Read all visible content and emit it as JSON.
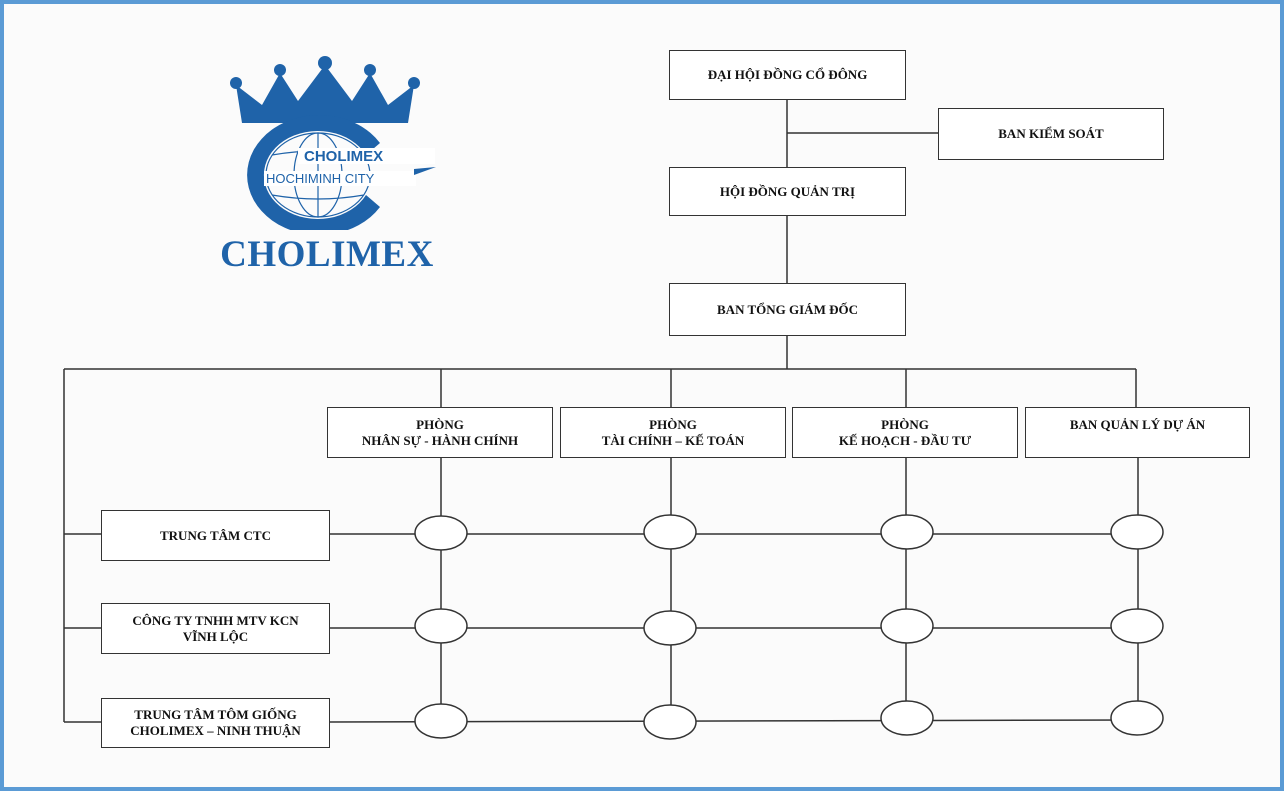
{
  "logo": {
    "name": "CHOLIMEX",
    "arc_top": "CHOLIMEX",
    "arc_bottom": "HOCHIMINH CITY",
    "color": "#1f63a9"
  },
  "boxes": {
    "general_meeting": "ĐẠI HỘI ĐỒNG CỔ ĐÔNG",
    "supervisory_board": "BAN KIỂM SOÁT",
    "board_of_directors": "HỘI ĐỒNG QUẢN TRỊ",
    "ceo_board": "BAN TỔNG GIÁM ĐỐC"
  },
  "departments": [
    {
      "line1": "PHÒNG",
      "line2": "NHÂN SỰ - HÀNH CHÍNH"
    },
    {
      "line1": "PHÒNG",
      "line2": "TÀI CHÍNH – KẾ TOÁN"
    },
    {
      "line1": "PHÒNG",
      "line2": "KẾ HOẠCH - ĐẦU TƯ"
    },
    {
      "line1": "BAN QUẢN LÝ DỰ ÁN",
      "line2": ""
    }
  ],
  "units": [
    {
      "line1": "TRUNG TÂM CTC",
      "line2": ""
    },
    {
      "line1": "CÔNG TY TNHH MTV KCN",
      "line2": "VĨNH LỘC"
    },
    {
      "line1": "TRUNG TÂM TÔM GIỐNG",
      "line2": "CHOLIMEX – NINH THUẬN"
    }
  ],
  "colors": {
    "frame": "#5b9bd5",
    "lines": "#333333",
    "logo_blue": "#1f63a9"
  }
}
